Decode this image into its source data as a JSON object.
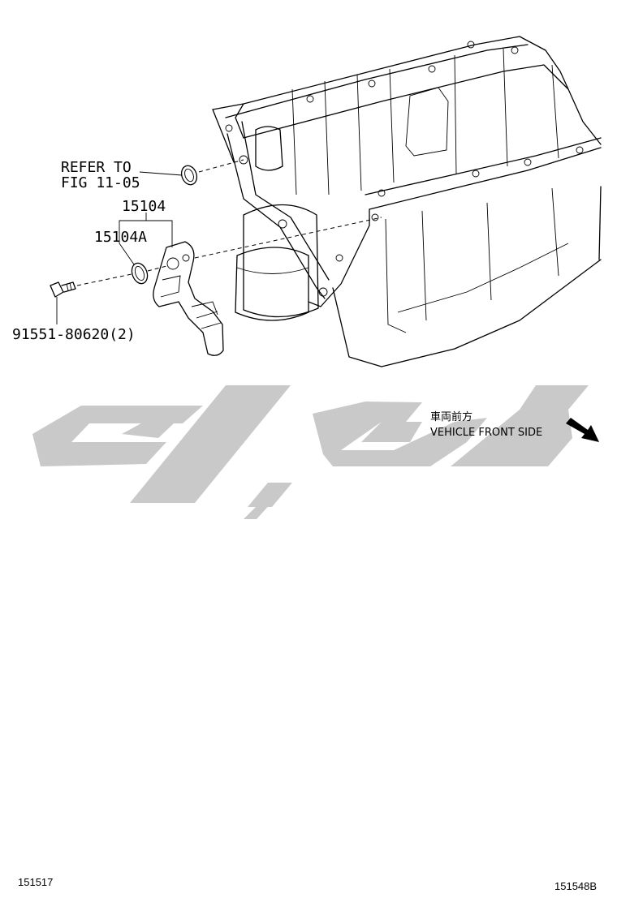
{
  "callouts": {
    "refer_line1": "REFER TO",
    "refer_line2": "FIG 11-05",
    "part_15104": "15104",
    "part_15104a": "15104A",
    "bolt": "91551-80620(2)"
  },
  "direction": {
    "japanese": "車両前方",
    "english": "VEHICLE FRONT SIDE"
  },
  "corner_ids": {
    "left": "151517",
    "right": "151548B"
  },
  "colors": {
    "line": "#000000",
    "watermark": "#c9c9c9",
    "background": "#ffffff"
  }
}
